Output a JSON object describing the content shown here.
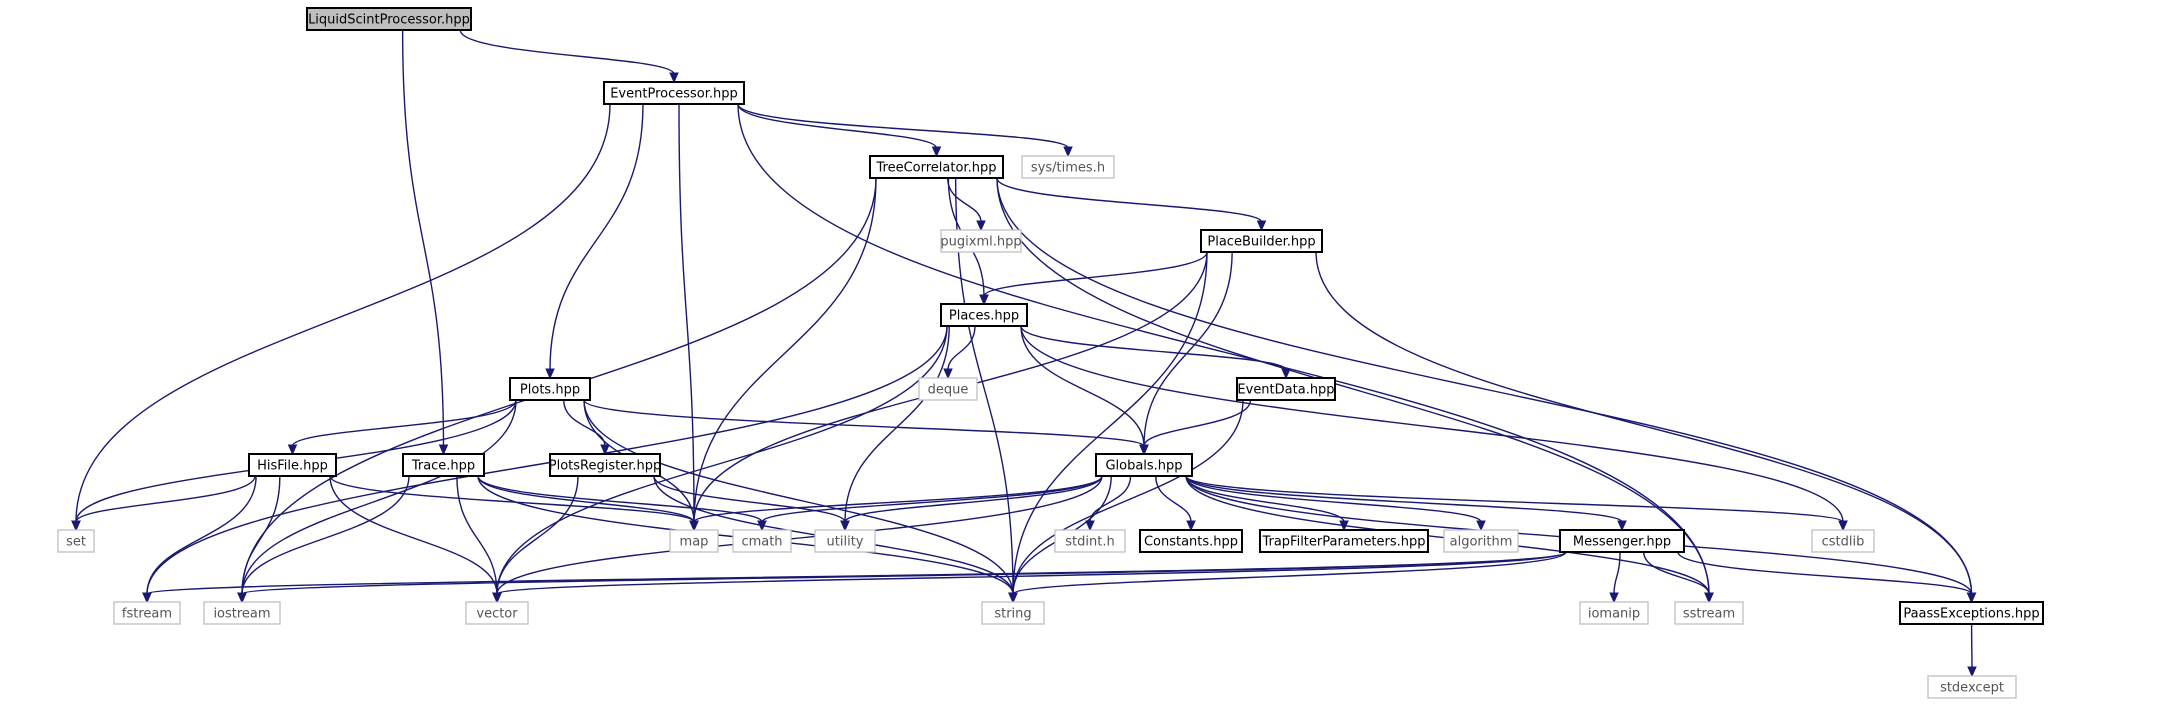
{
  "diagram": {
    "root": "LiquidScintProcessor.hpp",
    "nodes": [
      {
        "id": "lsp",
        "label": "LiquidScintProcessor.hpp",
        "kind": "root"
      },
      {
        "id": "ep",
        "label": "EventProcessor.hpp",
        "kind": "project"
      },
      {
        "id": "times",
        "label": "sys/times.h",
        "kind": "system"
      },
      {
        "id": "tc",
        "label": "TreeCorrelator.hpp",
        "kind": "project"
      },
      {
        "id": "pugi",
        "label": "pugixml.hpp",
        "kind": "system"
      },
      {
        "id": "pb",
        "label": "PlaceBuilder.hpp",
        "kind": "project"
      },
      {
        "id": "places",
        "label": "Places.hpp",
        "kind": "project"
      },
      {
        "id": "deque",
        "label": "deque",
        "kind": "system"
      },
      {
        "id": "ed",
        "label": "EventData.hpp",
        "kind": "project"
      },
      {
        "id": "plots",
        "label": "Plots.hpp",
        "kind": "project"
      },
      {
        "id": "hf",
        "label": "HisFile.hpp",
        "kind": "project"
      },
      {
        "id": "trace",
        "label": "Trace.hpp",
        "kind": "project"
      },
      {
        "id": "pr",
        "label": "PlotsRegister.hpp",
        "kind": "project"
      },
      {
        "id": "glob",
        "label": "Globals.hpp",
        "kind": "project"
      },
      {
        "id": "set",
        "label": "set",
        "kind": "system"
      },
      {
        "id": "map",
        "label": "map",
        "kind": "system"
      },
      {
        "id": "cmath",
        "label": "cmath",
        "kind": "system"
      },
      {
        "id": "utility",
        "label": "utility",
        "kind": "system"
      },
      {
        "id": "stdint",
        "label": "stdint.h",
        "kind": "system"
      },
      {
        "id": "const",
        "label": "Constants.hpp",
        "kind": "project"
      },
      {
        "id": "tfp",
        "label": "TrapFilterParameters.hpp",
        "kind": "project"
      },
      {
        "id": "algo",
        "label": "algorithm",
        "kind": "system"
      },
      {
        "id": "msg",
        "label": "Messenger.hpp",
        "kind": "project"
      },
      {
        "id": "cstdlib",
        "label": "cstdlib",
        "kind": "system"
      },
      {
        "id": "fstream",
        "label": "fstream",
        "kind": "system"
      },
      {
        "id": "iostream",
        "label": "iostream",
        "kind": "system"
      },
      {
        "id": "vector",
        "label": "vector",
        "kind": "system"
      },
      {
        "id": "string",
        "label": "string",
        "kind": "system"
      },
      {
        "id": "iomanip",
        "label": "iomanip",
        "kind": "system"
      },
      {
        "id": "sstream",
        "label": "sstream",
        "kind": "system"
      },
      {
        "id": "pe",
        "label": "PaassExceptions.hpp",
        "kind": "project"
      },
      {
        "id": "stdexcept",
        "label": "stdexcept",
        "kind": "system"
      }
    ],
    "edges": [
      [
        "lsp",
        "ep"
      ],
      [
        "lsp",
        "trace"
      ],
      [
        "ep",
        "tc"
      ],
      [
        "ep",
        "times"
      ],
      [
        "ep",
        "plots"
      ],
      [
        "ep",
        "set"
      ],
      [
        "ep",
        "map"
      ],
      [
        "ep",
        "sstream"
      ],
      [
        "tc",
        "pugi"
      ],
      [
        "tc",
        "pb"
      ],
      [
        "tc",
        "places"
      ],
      [
        "tc",
        "map"
      ],
      [
        "tc",
        "string"
      ],
      [
        "tc",
        "iostream"
      ],
      [
        "tc",
        "pe"
      ],
      [
        "tc",
        "sstream"
      ],
      [
        "pb",
        "places"
      ],
      [
        "pb",
        "glob"
      ],
      [
        "pb",
        "map"
      ],
      [
        "pb",
        "string"
      ],
      [
        "pb",
        "pe"
      ],
      [
        "places",
        "deque"
      ],
      [
        "places",
        "ed"
      ],
      [
        "places",
        "glob"
      ],
      [
        "places",
        "utility"
      ],
      [
        "places",
        "cstdlib"
      ],
      [
        "places",
        "vector"
      ],
      [
        "places",
        "fstream"
      ],
      [
        "ed",
        "glob"
      ],
      [
        "ed",
        "string"
      ],
      [
        "plots",
        "hf"
      ],
      [
        "plots",
        "pr"
      ],
      [
        "plots",
        "glob"
      ],
      [
        "plots",
        "set"
      ],
      [
        "plots",
        "map"
      ],
      [
        "plots",
        "string"
      ],
      [
        "plots",
        "iostream"
      ],
      [
        "hf",
        "set"
      ],
      [
        "hf",
        "map"
      ],
      [
        "hf",
        "fstream"
      ],
      [
        "hf",
        "iostream"
      ],
      [
        "hf",
        "vector"
      ],
      [
        "trace",
        "map"
      ],
      [
        "trace",
        "cmath"
      ],
      [
        "trace",
        "vector"
      ],
      [
        "trace",
        "iostream"
      ],
      [
        "trace",
        "string"
      ],
      [
        "pr",
        "utility"
      ],
      [
        "pr",
        "vector"
      ],
      [
        "pr",
        "string"
      ],
      [
        "glob",
        "map"
      ],
      [
        "glob",
        "cmath"
      ],
      [
        "glob",
        "utility"
      ],
      [
        "glob",
        "stdint"
      ],
      [
        "glob",
        "const"
      ],
      [
        "glob",
        "tfp"
      ],
      [
        "glob",
        "algo"
      ],
      [
        "glob",
        "msg"
      ],
      [
        "glob",
        "cstdlib"
      ],
      [
        "glob",
        "sstream"
      ],
      [
        "glob",
        "pe"
      ],
      [
        "glob",
        "string"
      ],
      [
        "glob",
        "vector"
      ],
      [
        "msg",
        "iomanip"
      ],
      [
        "msg",
        "sstream"
      ],
      [
        "msg",
        "pe"
      ],
      [
        "msg",
        "string"
      ],
      [
        "msg",
        "vector"
      ],
      [
        "msg",
        "iostream"
      ],
      [
        "msg",
        "fstream"
      ],
      [
        "pe",
        "stdexcept"
      ]
    ]
  }
}
